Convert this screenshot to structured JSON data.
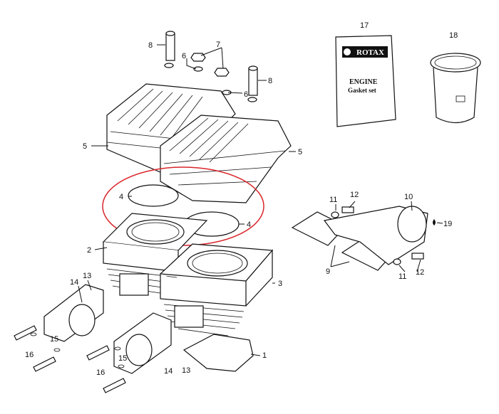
{
  "diagram": {
    "callouts": [
      "8",
      "6",
      "7",
      "8",
      "6",
      "5",
      "5",
      "4",
      "4",
      "2",
      "3",
      "1",
      "13",
      "14",
      "15",
      "16",
      "16",
      "15",
      "14",
      "13",
      "17",
      "18",
      "10",
      "11",
      "12",
      "19",
      "9",
      "11",
      "12"
    ],
    "booklet": {
      "brand": "ROTAX",
      "title": "ENGINE",
      "subtitle": "Gasket set"
    },
    "highlight_color": "#d9262b"
  }
}
